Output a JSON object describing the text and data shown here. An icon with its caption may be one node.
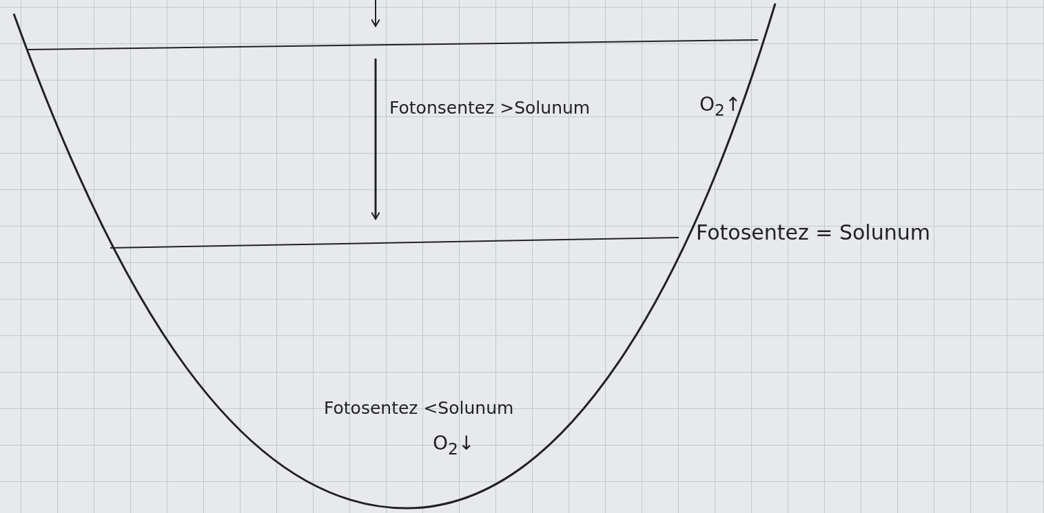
{
  "diagram": {
    "labels": [
      "Fotonsentez >Solunum",
      "O$_{2}$↑",
      "Fotosentez = Solunum",
      "Fotosentez <Solunum",
      "O$_{2}$↓"
    ]
  }
}
